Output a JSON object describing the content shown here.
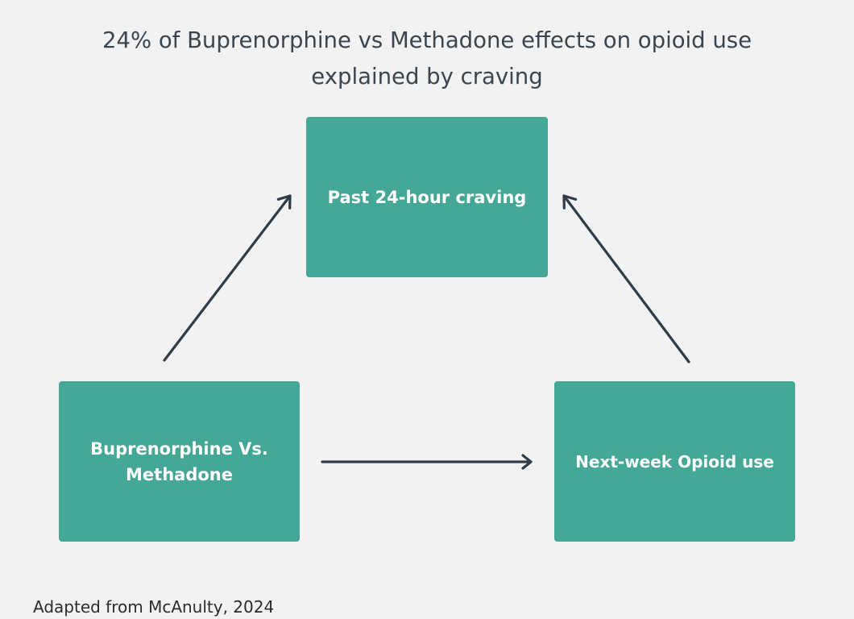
{
  "diagram": {
    "title": "24% of Buprenorphine vs Methadone effects on opioid use explained by craving",
    "nodes": {
      "mediator": "Past 24-hour craving",
      "predictor": "Buprenorphine Vs. Methadone",
      "outcome": "Next-week Opioid use"
    },
    "source": "Adapted from McAnulty, 2024"
  },
  "colors": {
    "background": "#f1f2f1",
    "box_fill": "#45a896",
    "box_text": "#ffffff",
    "arrow": "#2f3b46",
    "title_text": "#3a4550"
  }
}
